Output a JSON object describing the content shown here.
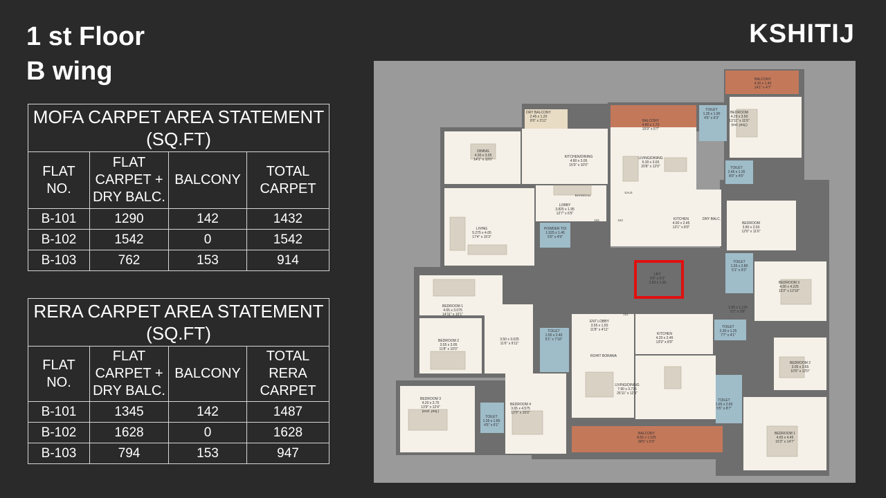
{
  "header": {
    "line1": "1 st Floor",
    "line2": "B wing",
    "brand": "KSHITIJ"
  },
  "mofa": {
    "caption": "MOFA CARPET AREA STATEMENT (SQ.FT)",
    "headers": [
      "FLAT NO.",
      "FLAT CARPET + DRY BALC.",
      "BALCONY",
      "TOTAL CARPET"
    ],
    "rows": [
      [
        "B-101",
        "1290",
        "142",
        "1432"
      ],
      [
        "B-102",
        "1542",
        "0",
        "1542"
      ],
      [
        "B-103",
        "762",
        "153",
        "914"
      ]
    ]
  },
  "rera": {
    "caption": "RERA CARPET AREA STATEMENT (SQ.FT)",
    "headers": [
      "FLAT NO.",
      "FLAT CARPET + DRY BALC.",
      "BALCONY",
      "TOTAL RERA CARPET"
    ],
    "rows": [
      [
        "B-101",
        "1345",
        "142",
        "1487"
      ],
      [
        "B-102",
        "1628",
        "0",
        "1628"
      ],
      [
        "B-103",
        "794",
        "153",
        "947"
      ]
    ]
  },
  "plan": {
    "rooms": {
      "balcony_top": [
        "BALCONY",
        "4.30 x 1.40",
        "14'1\" x 4'7\""
      ],
      "dry_balcony": [
        "DRY BALCONY",
        "2.45 x 1.20",
        "8'0\" x 3'11\""
      ],
      "balcony_mid": [
        "BALCONY",
        "4.80 x 1.70",
        "15'9\" x 5'7\""
      ],
      "toilet_tr": [
        "TOILET",
        "1.35 x 1.90",
        "4'5\" x 6'3\""
      ],
      "bedroom_tr": [
        "BEDROOM",
        "4.25 x 3.50",
        "13'11\" x 11'6\"",
        "(incl. proj.)"
      ],
      "dining": [
        "DINING",
        "4.30 x 3.05",
        "14'1\" x 10'0\""
      ],
      "kitchen_dining": [
        "KITCHEN/DINING",
        "4.80 x 3.05",
        "15'9\" x 10'0\""
      ],
      "living_dining_tr": [
        "LIVING/DINING",
        "6.30 x 3.65",
        "20'8\" x 12'0\""
      ],
      "toilet_r": [
        "TOILET",
        "2.45 x 1.35",
        "8'0\" x 4'5\""
      ],
      "lobby": [
        "LOBBY",
        "3.825 x 1.95",
        "12'7\" x 6'5\""
      ],
      "kitchen_r": [
        "KITCHEN",
        "4.00 x 2.45",
        "13'1\" x 8'0\""
      ],
      "dry_balc": "DRY BALC.",
      "bedroom_r": [
        "BEDROOM",
        "3.80 x 3.50",
        "12'6\" x 11'6\""
      ],
      "living": [
        "LIVING",
        "5.275 x 4.65",
        "17'4\" x 15'3\""
      ],
      "powder": [
        "POWDER TOI",
        "1.525 x 1.45",
        "5'0\" x 4'9\""
      ],
      "lift": [
        "LIFT",
        "6'3\" x 6'3\"",
        "2.50 x 1.90"
      ],
      "toilet_r2": [
        "TOILET",
        "1.55 x 2.80",
        "5'1\" x 9'2\""
      ],
      "bedroom3_r": [
        "BEDROOM 3",
        "4.00 x 4.225",
        "13'2\" x 13'10\""
      ],
      "small_r": [
        "1.55 x 1.125",
        "5'1\" x 3'8\""
      ],
      "bedroom1_l": [
        "BEDROOM 1",
        "4.55 x 3.075",
        "14'11\" x 10'1\""
      ],
      "ent_lobby": [
        "ENT LOBBY",
        "3.55 x 1.50",
        "11'8\" x 4'11\""
      ],
      "kitchen_m": [
        "KITCHEN",
        "4.20 x 2.45",
        "13'9\" x 8'0\""
      ],
      "toilet_r3": [
        "TOILET",
        "2.30 x 1.25",
        "7'7\" x 4'1\""
      ],
      "bedroom2_l": [
        "BEDROOM 2",
        "3.55 x 3.05",
        "11'8\" x 10'0\""
      ],
      "passage": [
        "3.50 x 3.025",
        "11'6\" x 9'11\""
      ],
      "toilet_m": [
        "TOILET",
        "1.55 x 2.40",
        "5'1\" x 7'10\""
      ],
      "rohit": "ROHIT BORANA",
      "bedroom2_r": [
        "BEDROOM 2",
        "3.05 x 3.65",
        "10'0\" x 12'0\""
      ],
      "bedroom3_l": [
        "BEDROOM 3",
        "4.20 x 3.75",
        "13'9\" x 12'4\"",
        "(excl. proj.)"
      ],
      "toilet_l": [
        "TOILET",
        "1.35 x 1.85",
        "4'5\" x 6'1\""
      ],
      "bedroom4": [
        "BEDROOM 4",
        "3.65 x 4.575",
        "12'0\" x 15'0\""
      ],
      "living_dining_m": [
        "LIVING/DINING",
        "7.90 x 3.725",
        "25'11\" x 12'3\""
      ],
      "toilet_br": [
        "TOILET",
        "1.65 x 2.60",
        "5'5\" x 8'7\""
      ],
      "bedroom1_br": [
        "BEDROOM 1",
        "4.65 x 4.45",
        "15'3\" x 14'7\""
      ],
      "balcony_bottom": [
        "BALCONY",
        "8.65 x 1.525",
        "28'5\" x 5'0\""
      ],
      "flat_102": "102",
      "flat_103": "103",
      "flat_101": "101",
      "bhangali": "BHANGALI",
      "sale": "SALE"
    }
  },
  "colors": {
    "background": "#2a2a2a",
    "floor": "#f5f1e8",
    "wall": "#6e6e6e",
    "balcony": "#c4785a",
    "toilet": "#9fbcc9",
    "lift_highlight": "#e01010"
  }
}
